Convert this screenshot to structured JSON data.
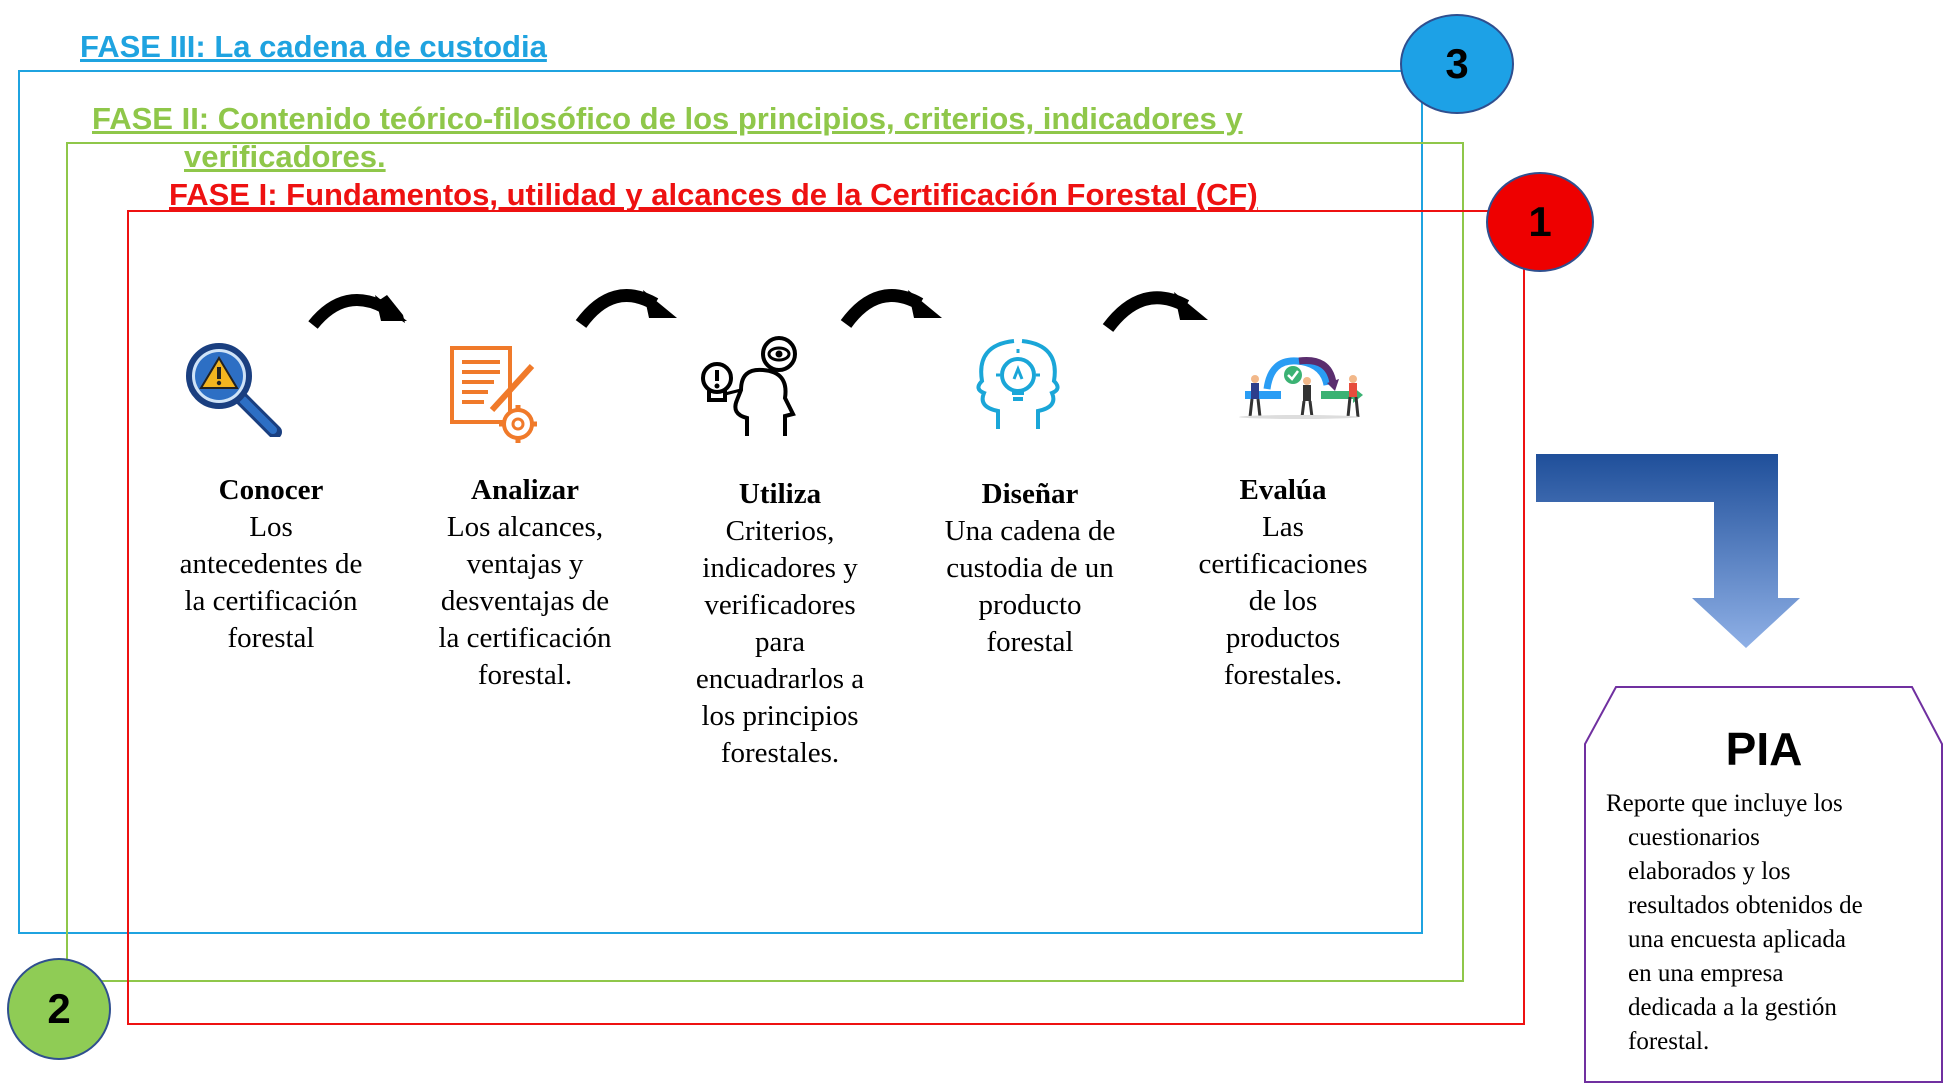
{
  "phases": {
    "phase3": {
      "title": "FASE III: La cadena de custodia",
      "badge": "3",
      "color": "#1fa3e0"
    },
    "phase2": {
      "title_line1": "FASE II: Contenido teórico-filosófico de los principios, criterios, indicadores y",
      "title_line2": "verificadores.",
      "badge": "2",
      "color": "#8fc74a"
    },
    "phase1": {
      "title": "FASE I: Fundamentos, utilidad y alcances de la Certificación Forestal (CF)",
      "badge": "1",
      "color": "#ee1111"
    }
  },
  "steps": [
    {
      "title": "Conocer",
      "description": [
        "Los",
        "antecedentes de",
        "la certificación",
        "forestal"
      ],
      "icon": "magnifier-warning-icon"
    },
    {
      "title": "Analizar",
      "description": [
        "Los alcances,",
        "ventajas y",
        "desventajas de",
        "la certificación",
        "forestal."
      ],
      "icon": "document-gear-icon"
    },
    {
      "title": "Utiliza",
      "description": [
        "Criterios,",
        "indicadores y",
        "verificadores",
        "para",
        "encuadrarlos a",
        "los principios",
        "forestales."
      ],
      "icon": "head-eye-bulb-icon"
    },
    {
      "title": "Diseñar",
      "description": [
        "Una cadena de",
        "custodia de un",
        "producto",
        "forestal"
      ],
      "icon": "heads-lightbulb-icon"
    },
    {
      "title": "Evalúa",
      "description": [
        "Las",
        "certificaciones",
        "de los",
        "productos",
        "forestales."
      ],
      "icon": "team-cycle-icon"
    }
  ],
  "output": {
    "title": "PIA",
    "text_first": "Reporte que incluye los",
    "text_rest": [
      "cuestionarios",
      "elaborados y los",
      "resultados obtenidos de",
      "una encuesta aplicada",
      "en una empresa",
      "dedicada a la gestión",
      "forestal."
    ]
  },
  "colors": {
    "phase3": "#1fa3e0",
    "phase2": "#8fc74a",
    "phase1": "#ee1111",
    "badge_blue": "#1da1e6",
    "badge_green": "#8fcc55",
    "badge_red": "#ee0000",
    "pia_border": "#7030a0",
    "down_arrow": "#2e5fa8"
  }
}
